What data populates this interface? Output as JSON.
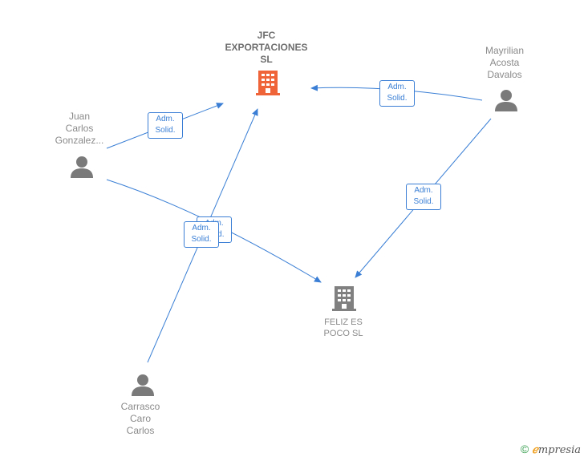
{
  "nodes": {
    "jfc": {
      "line1": "JFC",
      "line2": "EXPORTACIONES",
      "line3": "SL"
    },
    "feliz": {
      "line1": "FELIZ ES",
      "line2": "POCO  SL"
    },
    "juan": {
      "line1": "Juan",
      "line2": "Carlos",
      "line3": "Gonzalez..."
    },
    "mayrilian": {
      "line1": "Mayrilian",
      "line2": "Acosta",
      "line3": "Davalos"
    },
    "carrasco": {
      "line1": "Carrasco",
      "line2": "Caro",
      "line3": "Carlos"
    }
  },
  "edge_labels": {
    "juan_jfc": {
      "line1": "Adm.",
      "line2": "Solid."
    },
    "mayrilian_jfc": {
      "line1": "Adm.",
      "line2": "Solid."
    },
    "mayrilian_feliz": {
      "line1": "Adm.",
      "line2": "Solid."
    },
    "carrasco_jfc": {
      "line1": "Adm.",
      "line2": "Solid."
    },
    "juan_feliz": {
      "line1": "Adm.",
      "line2": "Solid."
    }
  },
  "footer": {
    "copyright": "©",
    "brand_e": "ℯ",
    "brand_rest": "mpresia"
  },
  "colors": {
    "edge": "#3a7fd5",
    "company_main": "#f0643a",
    "company_other": "#808080",
    "person": "#7a7a7a"
  }
}
